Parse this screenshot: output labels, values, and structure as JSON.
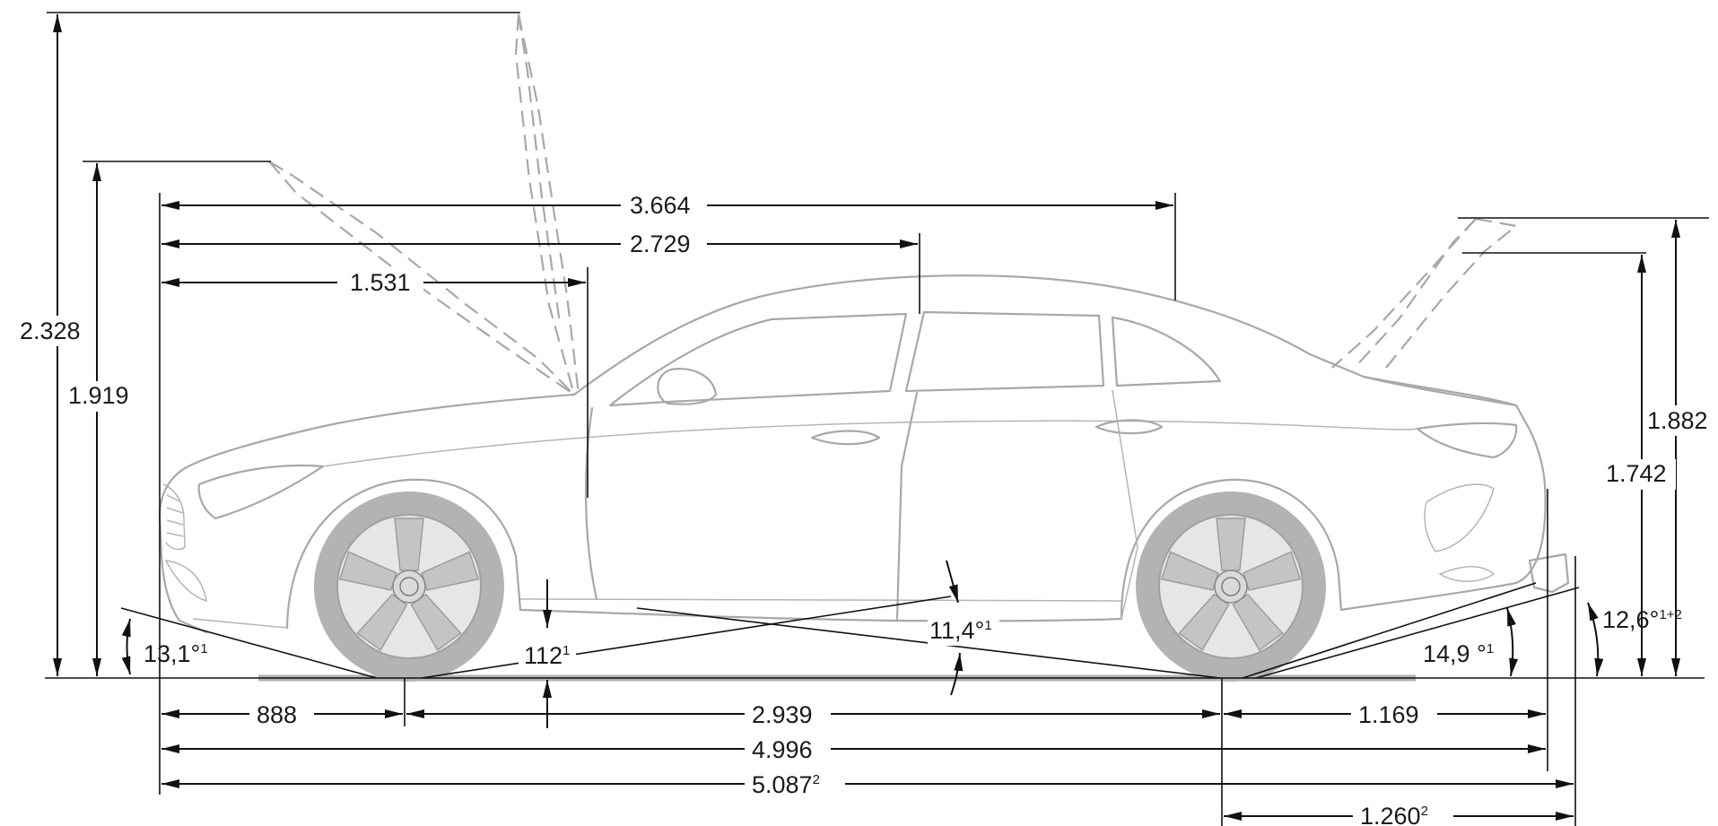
{
  "dimensions": {
    "overall_height_hood_open": "2.328",
    "height_hood_tip": "1.919",
    "front_to_rear_roof": "3.664",
    "front_to_b_pillar": "2.729",
    "front_to_windscreen": "1.531",
    "trunk_open_height_2": "1.882",
    "trunk_open_height_1": "1.742",
    "approach_angle": "13,1°",
    "approach_angle_note": "1",
    "ground_clearance": "112",
    "ground_clearance_note": "1",
    "ramp_angle": "11,4°",
    "ramp_angle_note": "1",
    "departure_angle": "14,9 °",
    "departure_angle_note": "1",
    "departure_angle_hitch": "12,6°",
    "departure_angle_hitch_note": "1+2",
    "front_overhang": "888",
    "wheelbase": "2.939",
    "rear_overhang": "1.169",
    "overall_length": "4.996",
    "overall_length_hitch": "5.087",
    "overall_length_hitch_note": "2",
    "rear_overhang_hitch": "1.260",
    "rear_overhang_hitch_note": "2"
  },
  "colors": {
    "dimension_lines": "#111111",
    "vehicle_outline": "#a8a8a8",
    "tires": "#b3b3b3"
  }
}
